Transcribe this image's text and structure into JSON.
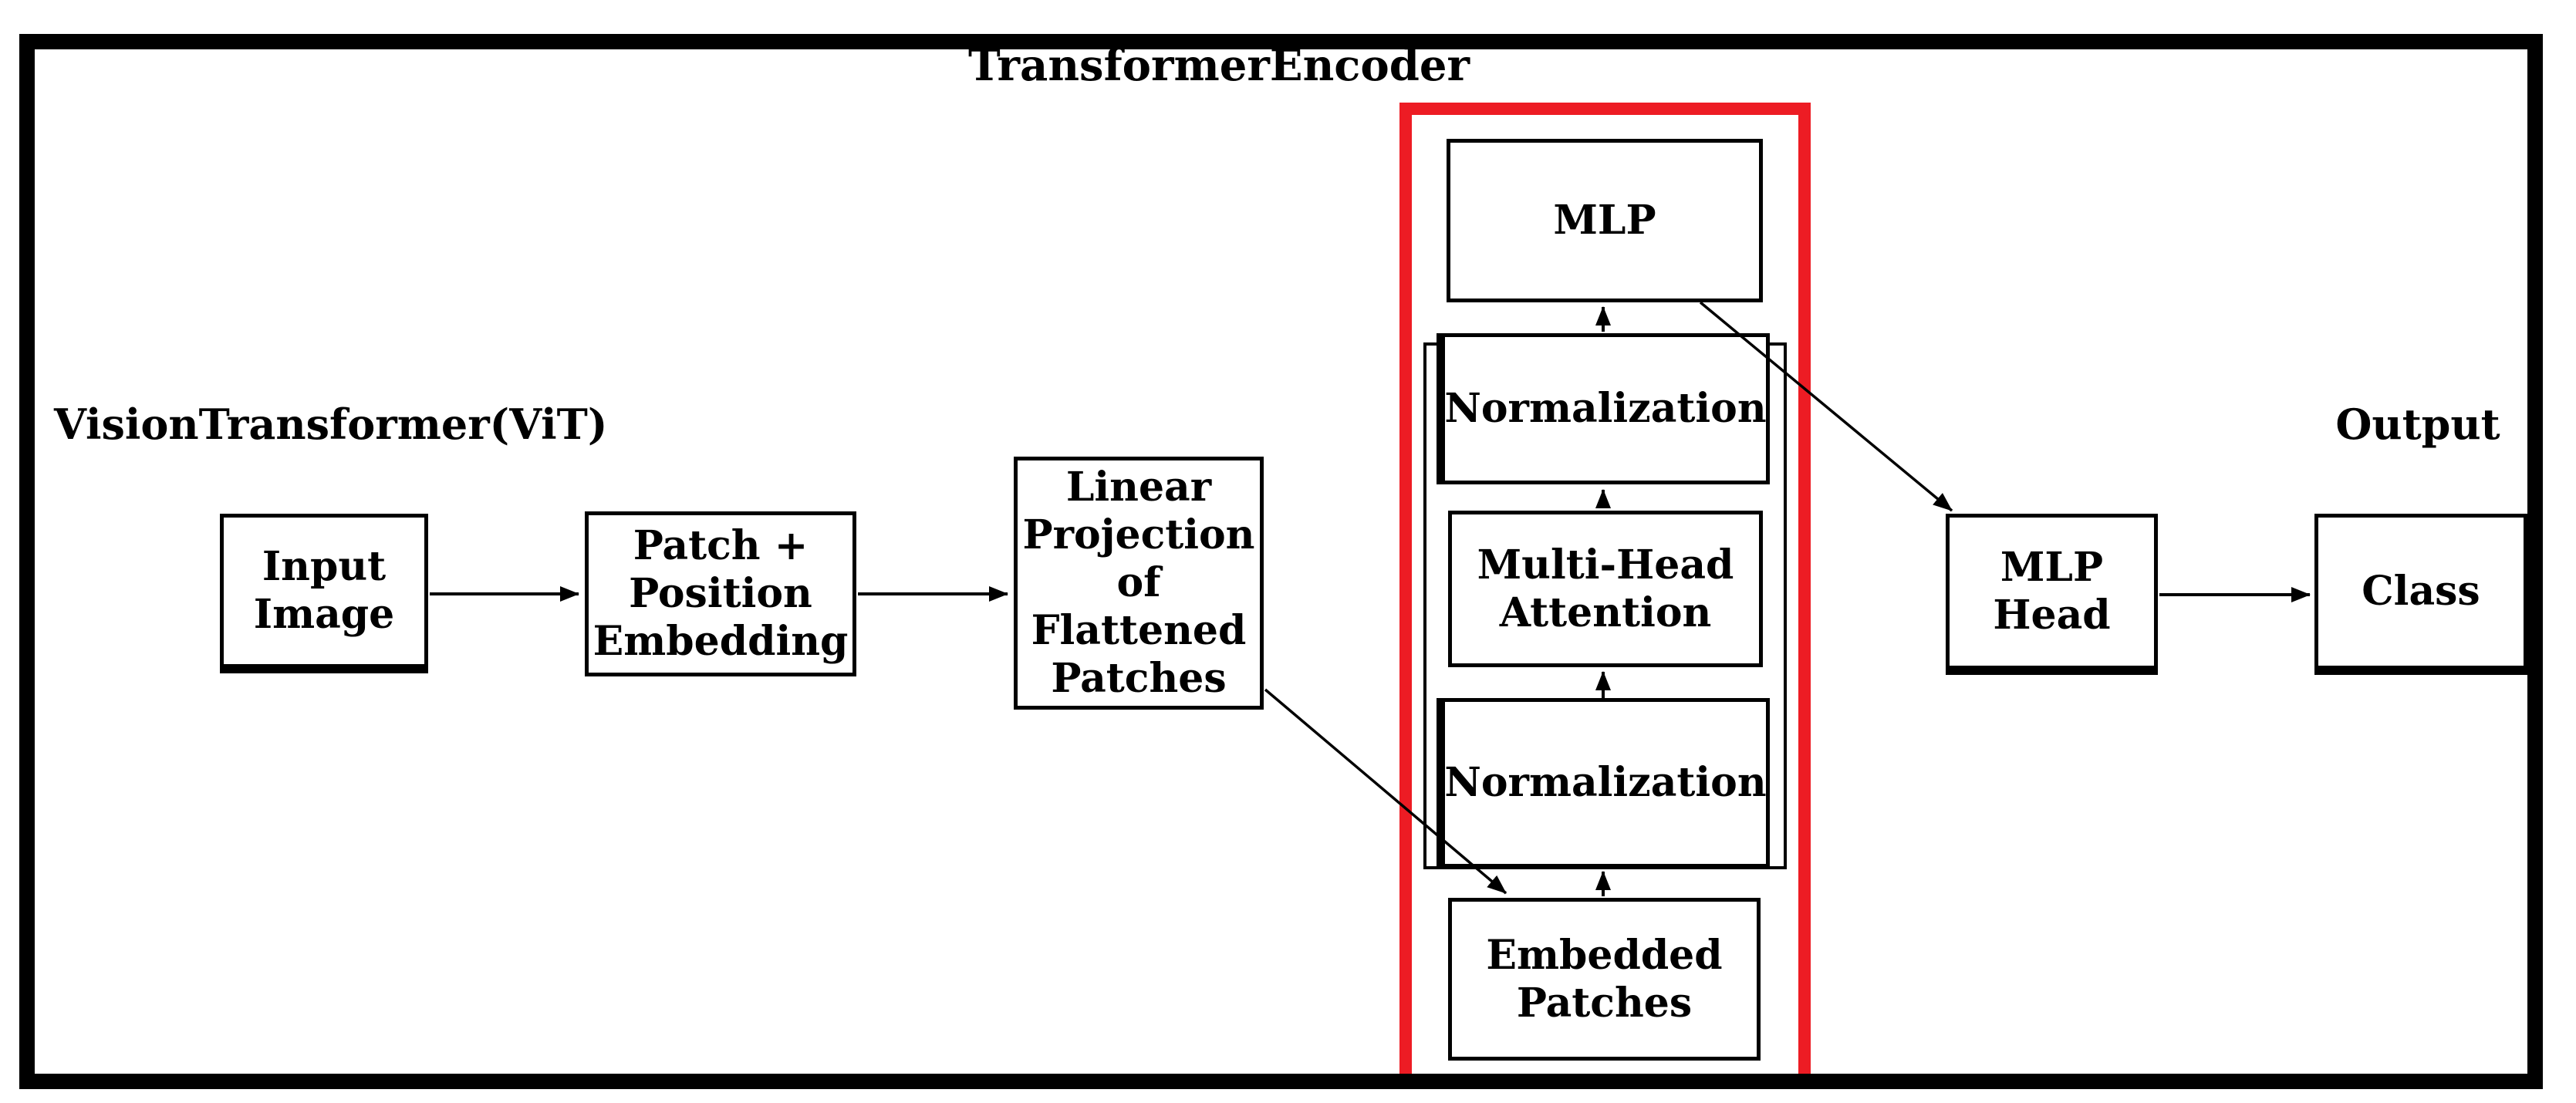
{
  "diagram": {
    "title": "TransformerEncoder",
    "left_label": "VisionTransformer(ViT)",
    "right_label": "Output",
    "colors": {
      "highlight_red": "#ed1c24",
      "line_black": "#000000",
      "background": "#ffffff"
    },
    "nodes": {
      "input_image": {
        "lines": [
          "Input",
          "Image"
        ]
      },
      "patch_position": {
        "lines": [
          "Patch +",
          "Position",
          "Embedding"
        ]
      },
      "linear_projection": {
        "lines": [
          "Linear",
          "Projection",
          "of",
          "Flattened",
          "Patches"
        ]
      },
      "mlp": {
        "lines": [
          "MLP"
        ]
      },
      "normalization_top": {
        "lines": [
          "Normalization"
        ]
      },
      "multi_head_attention": {
        "lines": [
          "Multi-Head",
          "Attention"
        ]
      },
      "normalization_bottom": {
        "lines": [
          "Normalization"
        ]
      },
      "embedded_patches": {
        "lines": [
          "Embedded",
          "Patches"
        ]
      },
      "mlp_head": {
        "lines": [
          "MLP",
          "Head"
        ]
      },
      "class": {
        "lines": [
          "Class"
        ]
      }
    },
    "edges": [
      {
        "from": "input_image",
        "to": "patch_position"
      },
      {
        "from": "patch_position",
        "to": "linear_projection"
      },
      {
        "from": "linear_projection",
        "to": "embedded_patches"
      },
      {
        "from": "embedded_patches",
        "to": "normalization_bottom"
      },
      {
        "from": "normalization_bottom",
        "to": "multi_head_attention"
      },
      {
        "from": "multi_head_attention",
        "to": "normalization_top"
      },
      {
        "from": "normalization_top",
        "to": "mlp"
      },
      {
        "from": "mlp",
        "to": "mlp_head"
      },
      {
        "from": "mlp_head",
        "to": "class"
      }
    ]
  }
}
